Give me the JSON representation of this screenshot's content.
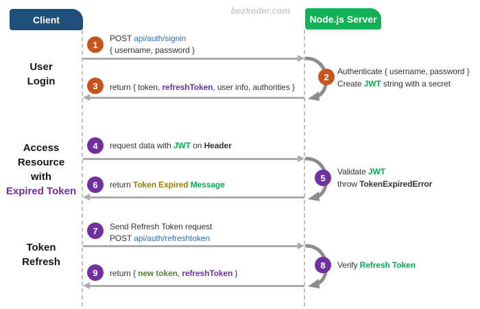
{
  "watermark": "bezkoder.com",
  "actors": {
    "client": {
      "label": "Client",
      "bg": "#1F4E79"
    },
    "server": {
      "label": "Node.js Server",
      "bg": "#12B155"
    }
  },
  "sections": [
    {
      "id": "user-login",
      "lines": [
        [
          {
            "t": "User"
          }
        ],
        [
          {
            "t": "Login"
          }
        ]
      ]
    },
    {
      "id": "access-resource-with-expired-token",
      "lines": [
        [
          {
            "t": "Access"
          }
        ],
        [
          {
            "t": "Resource"
          }
        ],
        [
          {
            "t": "with"
          }
        ],
        [
          {
            "t": "Expired Token",
            "s": "purple-heading"
          }
        ]
      ]
    },
    {
      "id": "token-refresh",
      "lines": [
        [
          {
            "t": "Token"
          }
        ],
        [
          {
            "t": "Refresh"
          }
        ]
      ]
    }
  ],
  "steps": [
    {
      "num": "1",
      "circle": "orange",
      "direction": "client-to-server",
      "lines": [
        [
          {
            "t": "POST ",
            "s": "plain"
          },
          {
            "t": "api/auth/signin",
            "s": "blue"
          }
        ],
        [
          {
            "t": "{ username, password }",
            "s": "plain"
          }
        ]
      ]
    },
    {
      "num": "2",
      "circle": "orange",
      "direction": "server-self",
      "lines": [
        [
          {
            "t": "Authenticate { username, password }",
            "s": "plain"
          }
        ],
        [
          {
            "t": "Create ",
            "s": "plain"
          },
          {
            "t": "JWT",
            "s": "green"
          },
          {
            "t": " string with a secret",
            "s": "plain"
          }
        ]
      ]
    },
    {
      "num": "3",
      "circle": "orange",
      "direction": "server-to-client",
      "lines": [
        [
          {
            "t": "return { token, ",
            "s": "plain"
          },
          {
            "t": "refreshToken",
            "s": "purple"
          },
          {
            "t": ", user info, authorities }",
            "s": "plain"
          }
        ]
      ]
    },
    {
      "num": "4",
      "circle": "purple",
      "direction": "client-to-server",
      "lines": [
        [
          {
            "t": "request data with ",
            "s": "plain"
          },
          {
            "t": "JWT",
            "s": "green"
          },
          {
            "t": " on ",
            "s": "plain"
          },
          {
            "t": "Header",
            "s": "bold"
          }
        ]
      ]
    },
    {
      "num": "5",
      "circle": "purple",
      "direction": "server-self",
      "lines": [
        [
          {
            "t": "Validate ",
            "s": "plain"
          },
          {
            "t": "JWT",
            "s": "green"
          }
        ],
        [
          {
            "t": "throw ",
            "s": "plain"
          },
          {
            "t": "TokenExpiredError",
            "s": "bold"
          }
        ]
      ]
    },
    {
      "num": "6",
      "circle": "purple",
      "direction": "server-to-client",
      "lines": [
        [
          {
            "t": "return ",
            "s": "plain"
          },
          {
            "t": "Token Expired",
            "s": "olive"
          },
          {
            "t": " ",
            "s": "plain"
          },
          {
            "t": "Message",
            "s": "green"
          }
        ]
      ]
    },
    {
      "num": "7",
      "circle": "purple",
      "direction": "client-to-server",
      "lines": [
        [
          {
            "t": "Send Refresh Token request",
            "s": "plain"
          }
        ],
        [
          {
            "t": "POST ",
            "s": "plain"
          },
          {
            "t": "api/auth/refreshtoken",
            "s": "blue"
          }
        ]
      ]
    },
    {
      "num": "8",
      "circle": "purple",
      "direction": "server-self",
      "lines": [
        [
          {
            "t": "Verify ",
            "s": "plain"
          },
          {
            "t": "Refresh Token",
            "s": "green"
          }
        ]
      ]
    },
    {
      "num": "9",
      "circle": "purple",
      "direction": "server-to-client",
      "lines": [
        [
          {
            "t": "return { ",
            "s": "plain"
          },
          {
            "t": "new token",
            "s": "darkgreen"
          },
          {
            "t": ", ",
            "s": "plain"
          },
          {
            "t": "refreshToken",
            "s": "purple"
          },
          {
            "t": " }",
            "s": "plain"
          }
        ]
      ]
    }
  ],
  "palette": {
    "client_header_bg": "#1F4E79",
    "server_header_bg": "#12B155",
    "orange_badge": "#C8541D",
    "purple_badge": "#7030A0",
    "arrow_gray": "#ABABAB",
    "loop_gray": "#8C8C8C",
    "link_blue": "#2E75B6",
    "jwt_green": "#00B050",
    "token_purple": "#7030A0",
    "expired_olive": "#9C7C00",
    "new_token_green": "#538135",
    "watermark_gray": "#CBCBCB"
  }
}
